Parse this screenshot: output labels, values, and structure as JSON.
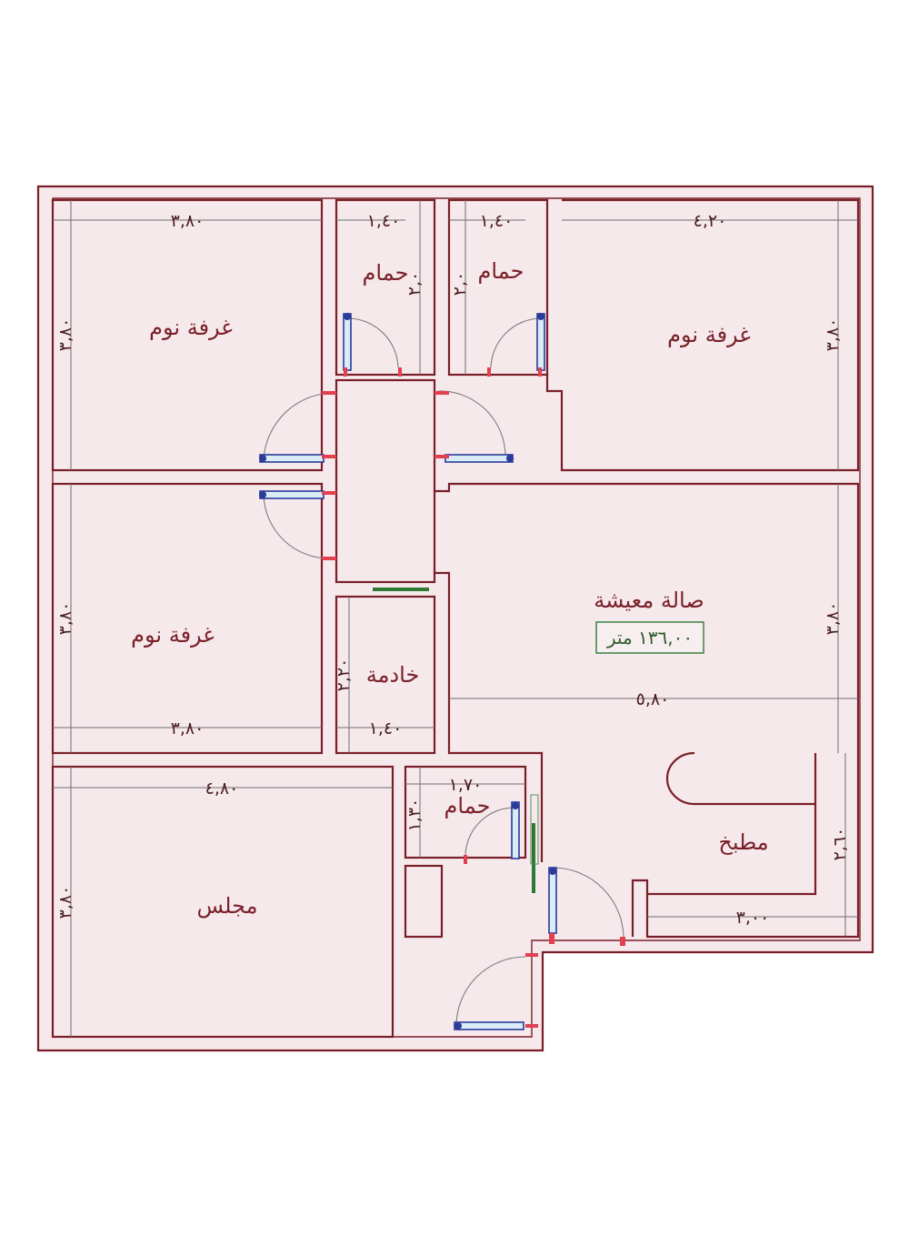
{
  "plan": {
    "rooms": [
      {
        "key": "bedroom_top_left",
        "name": "غرفة نوم",
        "width": "٣,٨٠",
        "height": "٣,٨٠"
      },
      {
        "key": "bath_1",
        "name": "حمام",
        "width": "١,٤٠",
        "height": "٢,٠"
      },
      {
        "key": "bath_2",
        "name": "حمام",
        "width": "١,٤٠",
        "height": "٢,٠"
      },
      {
        "key": "bedroom_top_right",
        "name": "غرفة نوم",
        "width": "٤,٢٠",
        "height": "٣,٨٠"
      },
      {
        "key": "bedroom_mid_left",
        "name": "غرفة نوم",
        "width": "٣,٨٠",
        "height": "٣,٨٠"
      },
      {
        "key": "maid_room",
        "name": "خادمة",
        "width": "١,٤٠",
        "height": "٢,٢٠"
      },
      {
        "key": "living_hall",
        "name": "صالة معيشة",
        "width": "٥,٨٠",
        "height": "٣,٨٠"
      },
      {
        "key": "majlis",
        "name": "مجلس",
        "width": "٤,٨٠",
        "height": "٣,٨٠"
      },
      {
        "key": "bath_3",
        "name": "حمام",
        "width": "١,٧٠",
        "height": "١,٣٠"
      },
      {
        "key": "kitchen",
        "name": "مطبخ",
        "width": "٣,٠٠",
        "height": "٢,٦٠"
      }
    ],
    "total_area": "١٣٦,٠٠ متر",
    "colors": {
      "floor": "#f6e9ec",
      "wall": "#7a1f28",
      "door_leaf": "#2a3b9a",
      "area_box": "#2e7a33"
    }
  }
}
